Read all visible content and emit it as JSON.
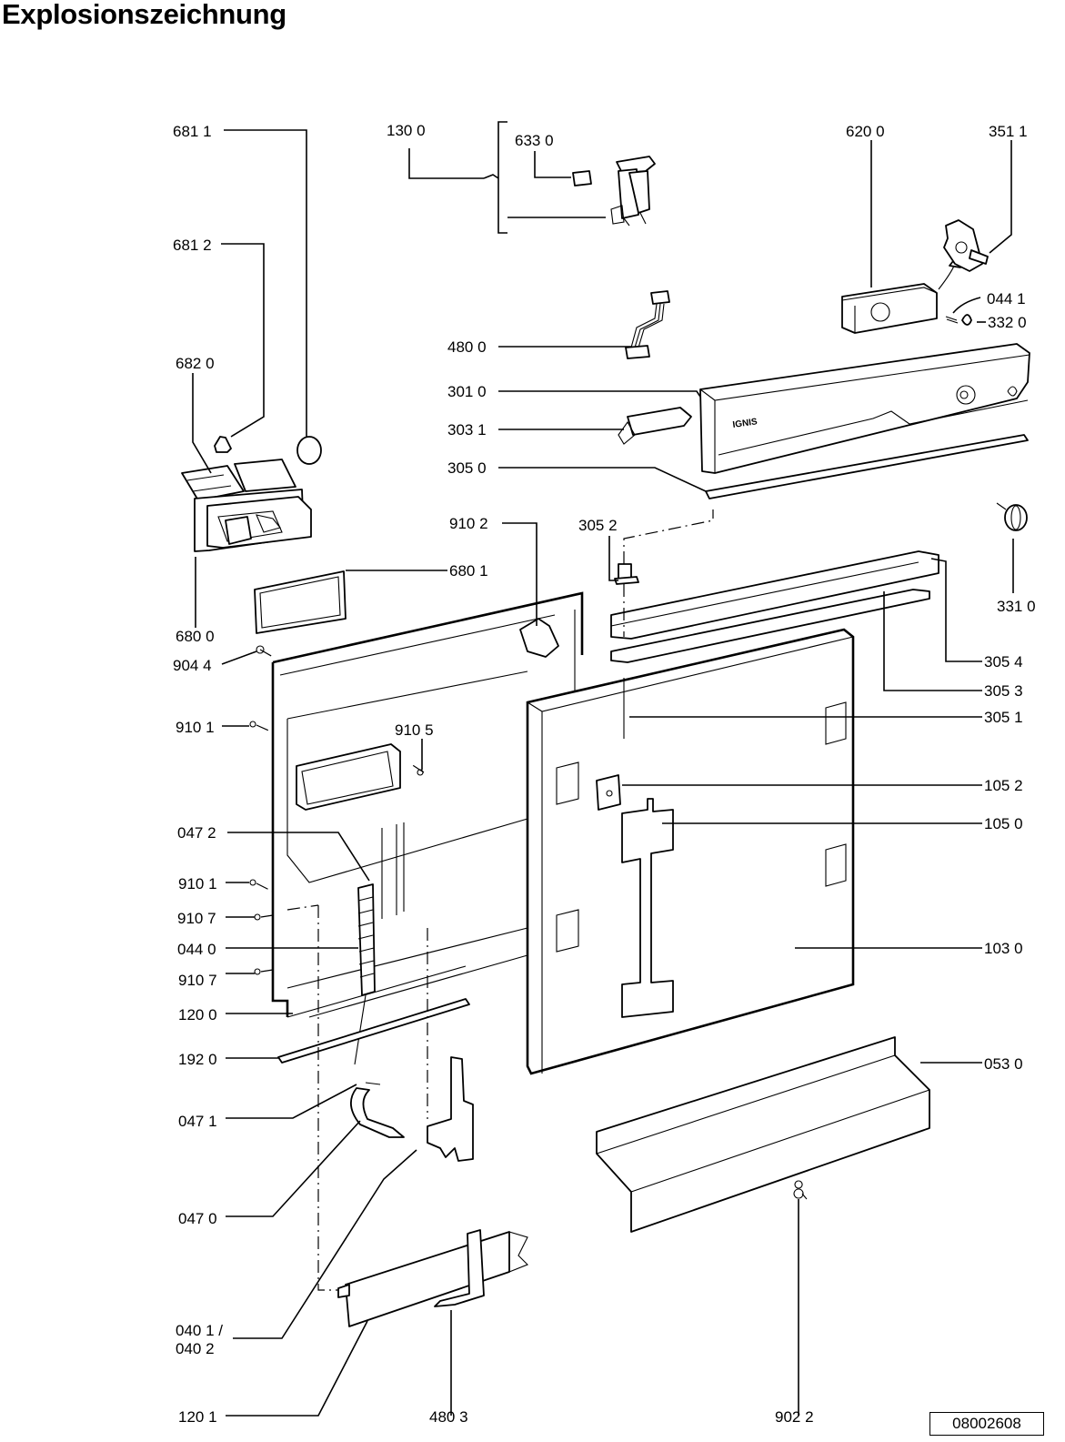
{
  "title": "Explosionszeichnung",
  "brand_label": "IGNIS",
  "drawing_number": "08002608",
  "part_labels": {
    "p6811": "681 1",
    "p6812": "681 2",
    "p6820": "682 0",
    "p6800": "680 0",
    "p6801": "680 1",
    "p1300": "130 0",
    "p6330": "633 0",
    "p6200": "620 0",
    "p3511": "351 1",
    "p0441": "044 1",
    "p3320": "332 0",
    "p4800": "480 0",
    "p3010": "301 0",
    "p3031": "303 1",
    "p3050": "305 0",
    "p9102": "910 2",
    "p3052": "305 2",
    "p3310": "331 0",
    "p3054": "305 4",
    "p3053": "305 3",
    "p3051": "305 1",
    "p9044": "904 4",
    "p9101a": "910 1",
    "p9105": "910 5",
    "p1052": "105 2",
    "p1050": "105 0",
    "p0472": "047 2",
    "p9101b": "910 1",
    "p9107a": "910 7",
    "p0440": "044 0",
    "p9107b": "910 7",
    "p1030": "103 0",
    "p1200": "120 0",
    "p1920": "192 0",
    "p0530": "053 0",
    "p0471": "047 1",
    "p0470": "047 0",
    "p0401": "040 1 /",
    "p0402": "040 2",
    "p1201": "120 1",
    "p4803": "480 3",
    "p9022": "902 2"
  }
}
